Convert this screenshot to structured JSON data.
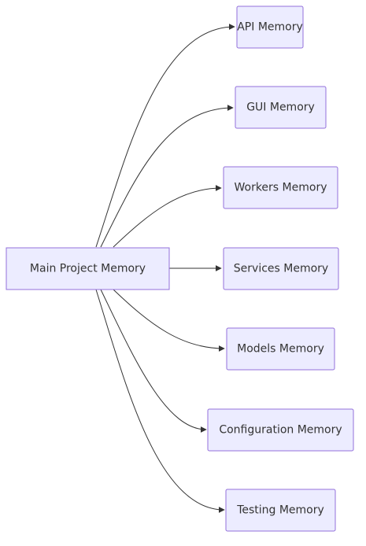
{
  "diagram": {
    "type": "flowchart-LR",
    "colors": {
      "node_fill": "#ECECFF",
      "node_stroke": "#9370DB",
      "edge": "#333333",
      "text": "#333333"
    },
    "root": {
      "label": "Main Project Memory"
    },
    "children": [
      {
        "label": "API Memory"
      },
      {
        "label": "GUI Memory"
      },
      {
        "label": "Workers Memory"
      },
      {
        "label": "Services Memory"
      },
      {
        "label": "Models Memory"
      },
      {
        "label": "Configuration Memory"
      },
      {
        "label": "Testing Memory"
      }
    ]
  }
}
